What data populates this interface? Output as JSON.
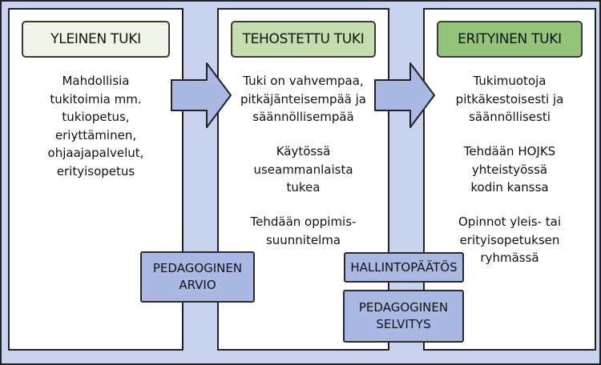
{
  "columns": [
    {
      "header": "YLEINEN TUKI",
      "lines": [
        "Mahdollisia",
        "tukitoimia mm.",
        "tukiopetus,",
        "eriyttäminen,",
        "ohjaajapalvelut,",
        "erityisopetus"
      ]
    },
    {
      "header": "TEHOSTETTU TUKI",
      "lines": [
        "Tuki on vahvempaa,",
        "pitkäjänteisempää ja",
        "säännöllisempää",
        "Käytössä",
        "useammanlaista",
        "tukea",
        "Tehdään oppimis-",
        "suunnitelma"
      ]
    },
    {
      "header": "ERITYINEN TUKI",
      "lines": [
        "Tukimuotoja",
        "pitkäkestoisesti ja",
        "säännöllisesti",
        "Tehdään HOJKS",
        "yhteistyössä",
        "kodin kanssa",
        "Opinnot yleis- tai",
        "erityisopetuksen",
        "ryhmässä"
      ]
    }
  ],
  "boxes": {
    "pedagoginen_arvio": [
      "PEDAGOGINEN",
      "ARVIO"
    ],
    "hallintopaatos": "HALLINTOPÄÄTÖS",
    "pedagoginen_selvitys": [
      "PEDAGOGINEN",
      "SELVITYS"
    ]
  },
  "colors": {
    "background": "#c9d3ee",
    "header_1": "#eff6e7",
    "header_2": "#c4deb0",
    "header_3": "#94c47a",
    "arrow": "#a9b9e4",
    "box": "#a9b9e4"
  }
}
